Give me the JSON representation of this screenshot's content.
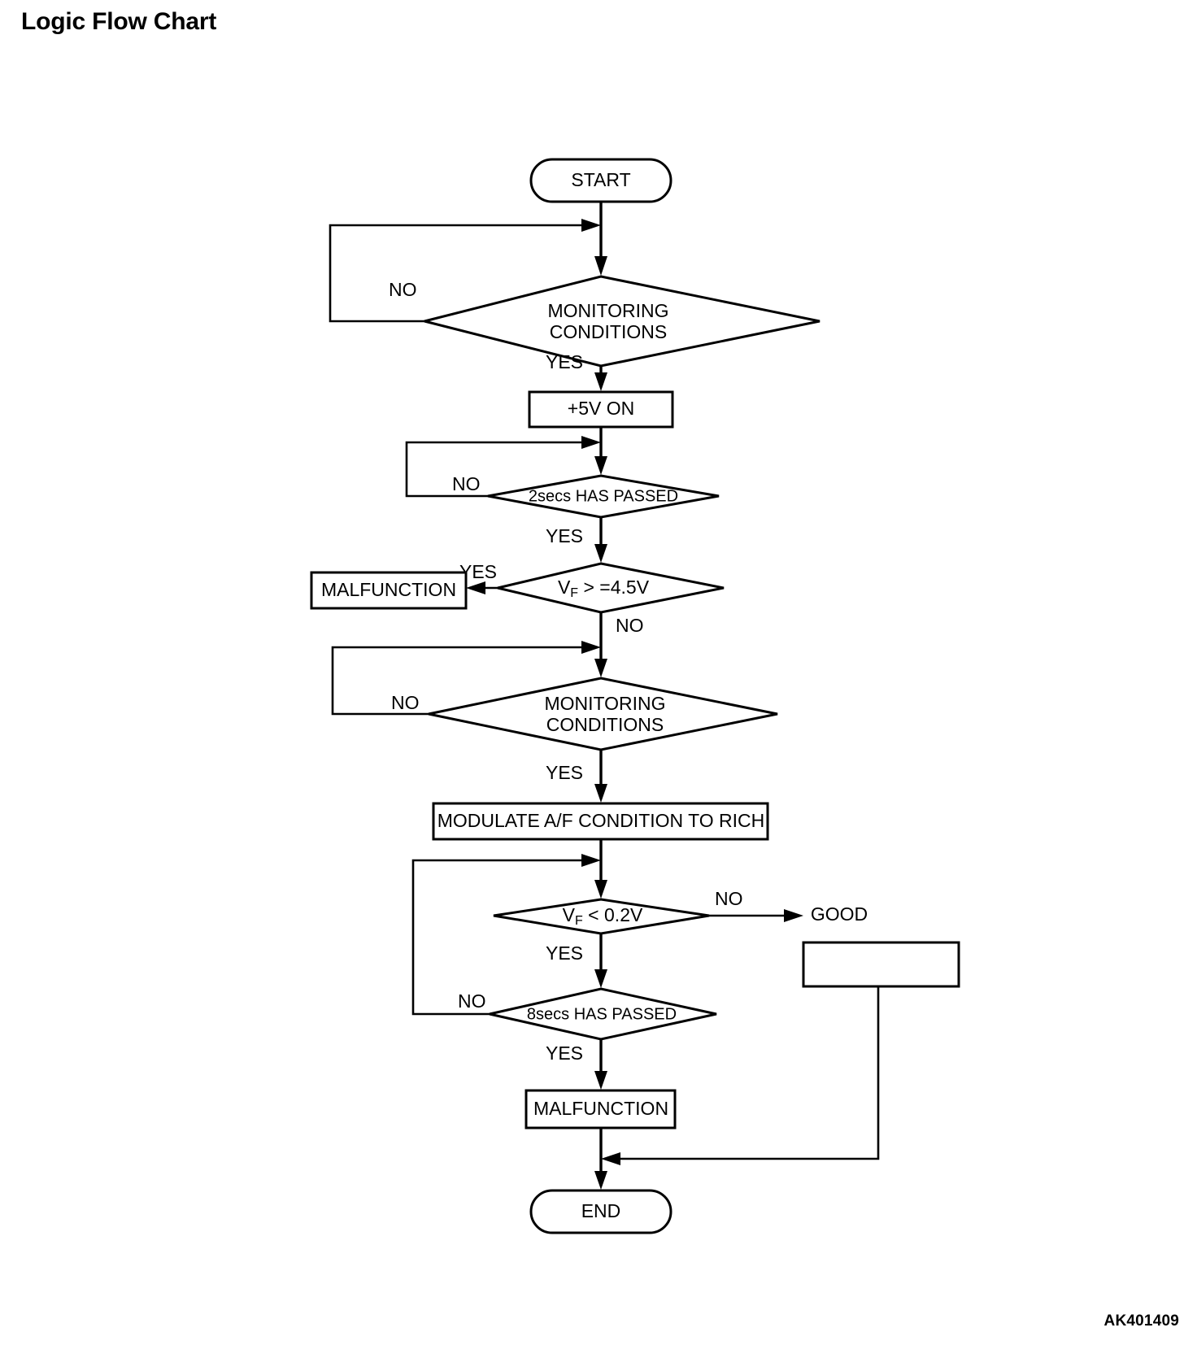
{
  "page": {
    "title": "Logic Flow Chart",
    "diagram_code": "AK401409",
    "background_color": "#ffffff",
    "line_color": "#000000"
  },
  "chart_data": {
    "type": "diagram",
    "diagram_kind": "flowchart",
    "title": "Logic Flow Chart",
    "nodes": [
      {
        "id": "start",
        "shape": "terminator",
        "label": "START"
      },
      {
        "id": "monitoring1",
        "shape": "decision",
        "label": "MONITORING CONDITIONS",
        "line1": "MONITORING",
        "line2": "CONDITIONS"
      },
      {
        "id": "five_volt_on",
        "shape": "process",
        "label": "+5V ON"
      },
      {
        "id": "two_secs",
        "shape": "decision",
        "label": "2secs HAS PASSED"
      },
      {
        "id": "vf_ge_45",
        "shape": "decision",
        "label": "VF > =4.5V",
        "symbol": "V",
        "subscript": "F",
        "rest": " > =4.5V"
      },
      {
        "id": "malfunction_top",
        "shape": "process",
        "label": "MALFUNCTION"
      },
      {
        "id": "monitoring2",
        "shape": "decision",
        "label": "MONITORING CONDITIONS",
        "line1": "MONITORING",
        "line2": "CONDITIONS"
      },
      {
        "id": "modulate",
        "shape": "process",
        "label": "MODULATE A/F CONDITION TO RICH"
      },
      {
        "id": "vf_lt_02",
        "shape": "decision",
        "label": "VF < 0.2V",
        "symbol": "V",
        "subscript": "F",
        "rest": " < 0.2V"
      },
      {
        "id": "good",
        "shape": "process",
        "label": "GOOD"
      },
      {
        "id": "eight_secs",
        "shape": "decision",
        "label": "8secs HAS PASSED"
      },
      {
        "id": "malfunction_bottom",
        "shape": "process",
        "label": "MALFUNCTION"
      },
      {
        "id": "end",
        "shape": "terminator",
        "label": "END"
      }
    ],
    "edges": [
      {
        "from": "start",
        "to": "monitoring1",
        "label": ""
      },
      {
        "from": "monitoring1",
        "to": "monitoring1",
        "label": "NO"
      },
      {
        "from": "monitoring1",
        "to": "five_volt_on",
        "label": "YES"
      },
      {
        "from": "five_volt_on",
        "to": "two_secs",
        "label": ""
      },
      {
        "from": "two_secs",
        "to": "two_secs",
        "label": "NO"
      },
      {
        "from": "two_secs",
        "to": "vf_ge_45",
        "label": "YES"
      },
      {
        "from": "vf_ge_45",
        "to": "malfunction_top",
        "label": "YES"
      },
      {
        "from": "vf_ge_45",
        "to": "monitoring2",
        "label": "NO"
      },
      {
        "from": "monitoring2",
        "to": "monitoring2",
        "label": "NO"
      },
      {
        "from": "monitoring2",
        "to": "modulate",
        "label": "YES"
      },
      {
        "from": "modulate",
        "to": "vf_lt_02",
        "label": ""
      },
      {
        "from": "vf_lt_02",
        "to": "good",
        "label": "NO"
      },
      {
        "from": "vf_lt_02",
        "to": "eight_secs",
        "label": "YES"
      },
      {
        "from": "eight_secs",
        "to": "vf_lt_02",
        "label": "NO"
      },
      {
        "from": "eight_secs",
        "to": "malfunction_bottom",
        "label": "YES"
      },
      {
        "from": "malfunction_bottom",
        "to": "end",
        "label": ""
      },
      {
        "from": "good",
        "to": "end",
        "label": ""
      }
    ],
    "branch_labels": {
      "mon1_no": "NO",
      "mon1_yes": "YES",
      "two_secs_no": "NO",
      "two_secs_yes": "YES",
      "vf_ge_yes": "YES",
      "vf_ge_no": "NO",
      "mon2_no": "NO",
      "mon2_yes": "YES",
      "vf_lt_no": "NO",
      "vf_lt_yes": "YES",
      "eight_no": "NO",
      "eight_yes": "YES"
    }
  }
}
